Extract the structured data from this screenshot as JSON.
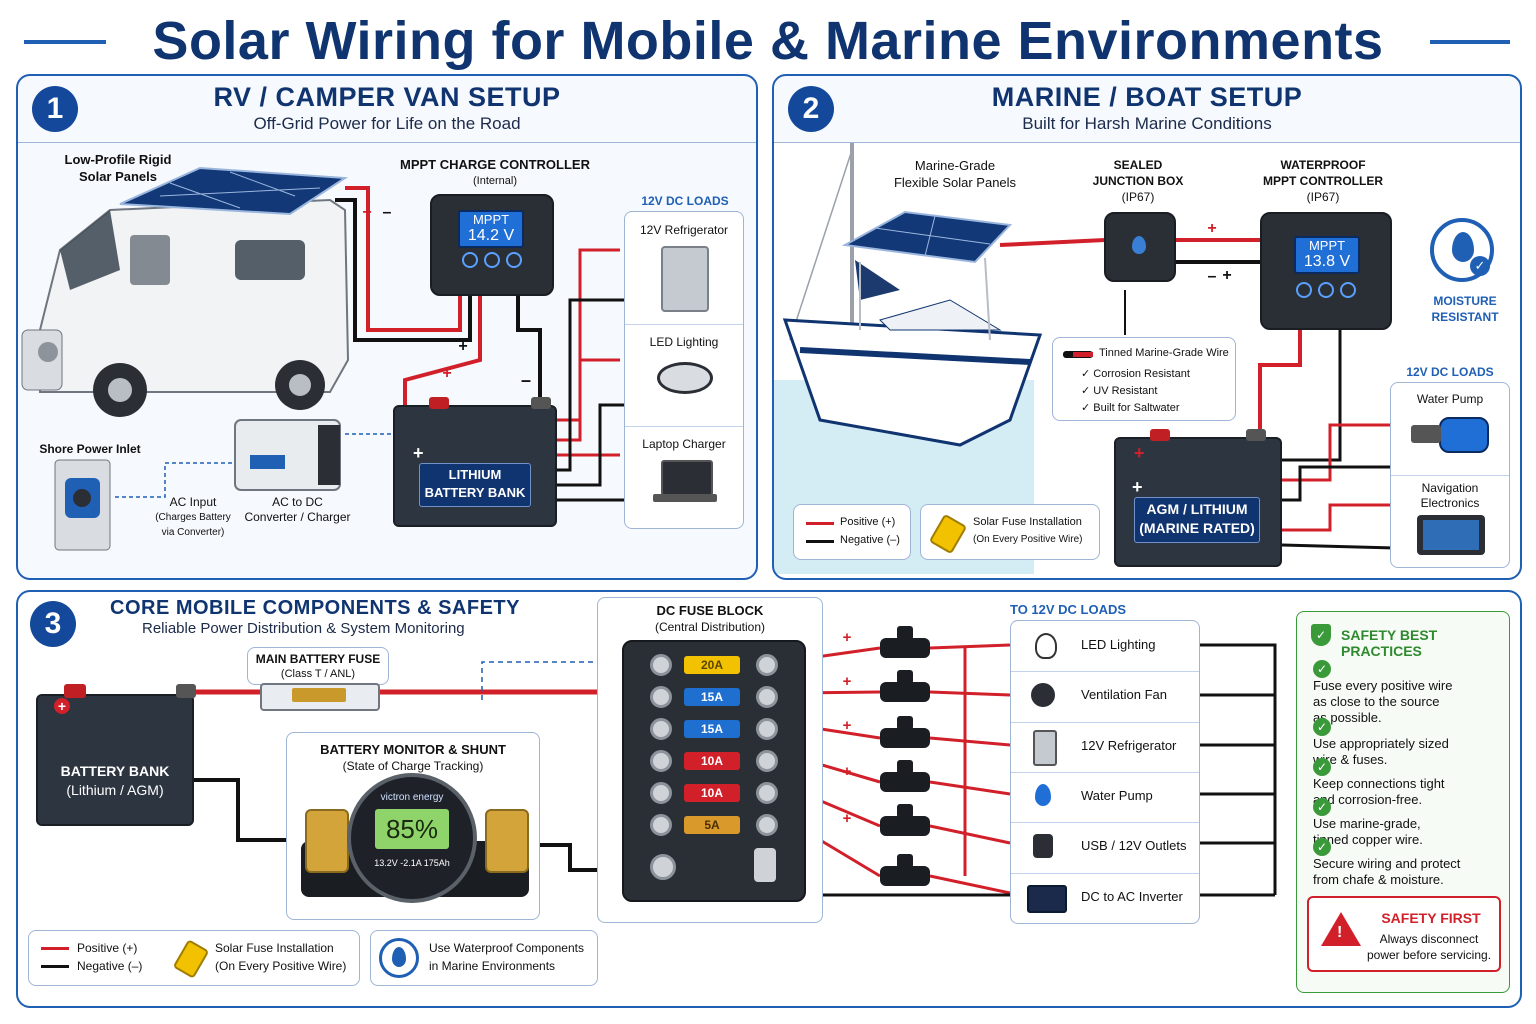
{
  "title": "Solar Wiring for Mobile & Marine Environments",
  "rv": {
    "number": "1",
    "title": "RV / CAMPER VAN SETUP",
    "subtitle": "Off-Grid Power for Life on the Road",
    "panels_label_1": "Low-Profile Rigid",
    "panels_label_2": "Solar Panels",
    "controller_title": "MPPT CHARGE CONTROLLER",
    "controller_sub": "(Internal)",
    "controller_screen_1": "MPPT",
    "controller_screen_2": "14.2 V",
    "loads_title": "12V DC LOADS",
    "loads": [
      "12V Refrigerator",
      "LED Lighting",
      "Laptop Charger"
    ],
    "battery_1": "LITHIUM",
    "battery_2": "BATTERY BANK",
    "shore_label": "Shore Power Inlet",
    "ac_input_1": "AC Input",
    "ac_input_2": "(Charges Battery",
    "ac_input_3": "via Converter)",
    "converter_1": "AC to DC",
    "converter_2": "Converter / Charger",
    "plus": "+",
    "minus": "–"
  },
  "marine": {
    "number": "2",
    "title": "MARINE / BOAT SETUP",
    "subtitle": "Built for Harsh Marine Conditions",
    "panels_1": "Marine-Grade",
    "panels_2": "Flexible Solar Panels",
    "junction_1": "SEALED",
    "junction_2": "JUNCTION BOX",
    "junction_3": "(IP67)",
    "controller_1": "WATERPROOF",
    "controller_2": "MPPT CONTROLLER",
    "controller_3": "(IP67)",
    "screen_1": "MPPT",
    "screen_2": "13.8 V",
    "moisture_1": "MOISTURE",
    "moisture_2": "RESISTANT",
    "wire_title": "Tinned Marine-Grade Wire",
    "wire_items": [
      "Corrosion Resistant",
      "UV Resistant",
      "Built for Saltwater"
    ],
    "loads_title": "12V DC LOADS",
    "loads": [
      "Water Pump",
      "Navigation Electronics"
    ],
    "battery_1": "AGM / LITHIUM",
    "battery_2": "(MARINE RATED)",
    "legend_pos": "Positive (+)",
    "legend_neg": "Negative (–)",
    "fuse_1": "Solar Fuse Installation",
    "fuse_2": "(On Every Positive Wire)"
  },
  "core": {
    "number": "3",
    "title": "CORE MOBILE COMPONENTS & SAFETY",
    "subtitle": "Reliable Power Distribution & System Monitoring",
    "main_fuse_1": "MAIN BATTERY FUSE",
    "main_fuse_2": "(Class T / ANL)",
    "battery_1": "BATTERY BANK",
    "battery_2": "(Lithium / AGM)",
    "monitor_1": "BATTERY MONITOR & SHUNT",
    "monitor_2": "(State of Charge Tracking)",
    "monitor_brand": "victron energy",
    "monitor_pct": "85%",
    "monitor_stats": "13.2V  -2.1A  175Ah",
    "fuse_block_1": "DC FUSE BLOCK",
    "fuse_block_2": "(Central Distribution)",
    "fuses": [
      {
        "label": "20A",
        "color": "#f2c200",
        "text": "#5a4500"
      },
      {
        "label": "15A",
        "color": "#1e6fd0",
        "text": "#ffffff"
      },
      {
        "label": "15A",
        "color": "#1e6fd0",
        "text": "#ffffff"
      },
      {
        "label": "10A",
        "color": "#d2202a",
        "text": "#ffffff"
      },
      {
        "label": "10A",
        "color": "#d2202a",
        "text": "#ffffff"
      },
      {
        "label": "5A",
        "color": "#d99a2b",
        "text": "#4a2e00"
      }
    ],
    "loads_title": "TO 12V DC LOADS",
    "loads": [
      "LED Lighting",
      "Ventilation Fan",
      "12V Refrigerator",
      "Water Pump",
      "USB / 12V Outlets",
      "DC to AC Inverter"
    ],
    "safety_title": "SAFETY BEST PRACTICES",
    "safety_items": [
      [
        "Fuse every positive wire",
        "as close to the source",
        "as possible."
      ],
      [
        "Use appropriately sized",
        "wire & fuses."
      ],
      [
        "Keep connections tight",
        "and corrosion-free."
      ],
      [
        "Use marine-grade,",
        "tinned copper wire."
      ],
      [
        "Secure wiring and protect",
        "from chafe & moisture."
      ]
    ],
    "safety_first_title": "SAFETY FIRST",
    "safety_first_1": "Always disconnect",
    "safety_first_2": "power before servicing.",
    "legend_pos": "Positive (+)",
    "legend_neg": "Negative (–)",
    "fuse_1": "Solar Fuse Installation",
    "fuse_2": "(On Every Positive Wire)",
    "waterproof_1": "Use Waterproof Components",
    "waterproof_2": "in Marine Environments"
  },
  "colors": {
    "positive": "#d2202a",
    "negative": "#111111",
    "accent": "#13489a"
  }
}
